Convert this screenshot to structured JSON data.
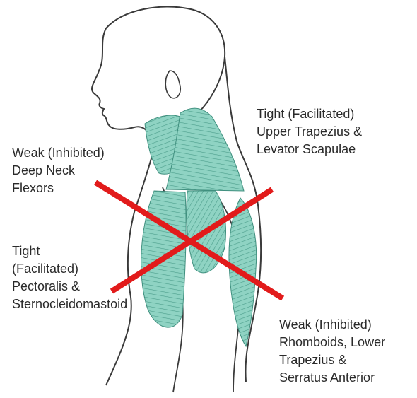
{
  "labels": {
    "upper_trapezius": "Tight (Facilitated)\nUpper Trapezius &\nLevator Scapulae",
    "deep_neck_flexors": "Weak (Inhibited)\nDeep Neck\nFlexors",
    "pectoralis": "Tight\n(Facilitated)\nPectoralis &\nSternocleidomastoid",
    "rhomboids": "Weak (Inhibited)\nRhomboids, Lower\nTrapezius &\nSerratus Anterior"
  },
  "colors": {
    "muscle": "#8fd3c3",
    "muscle_stroke": "#3f8f7e",
    "outline": "#3a3a3a",
    "cross": "#e21b1b",
    "text": "#2a2a2a"
  },
  "icons": {
    "cross": "x-mark"
  }
}
